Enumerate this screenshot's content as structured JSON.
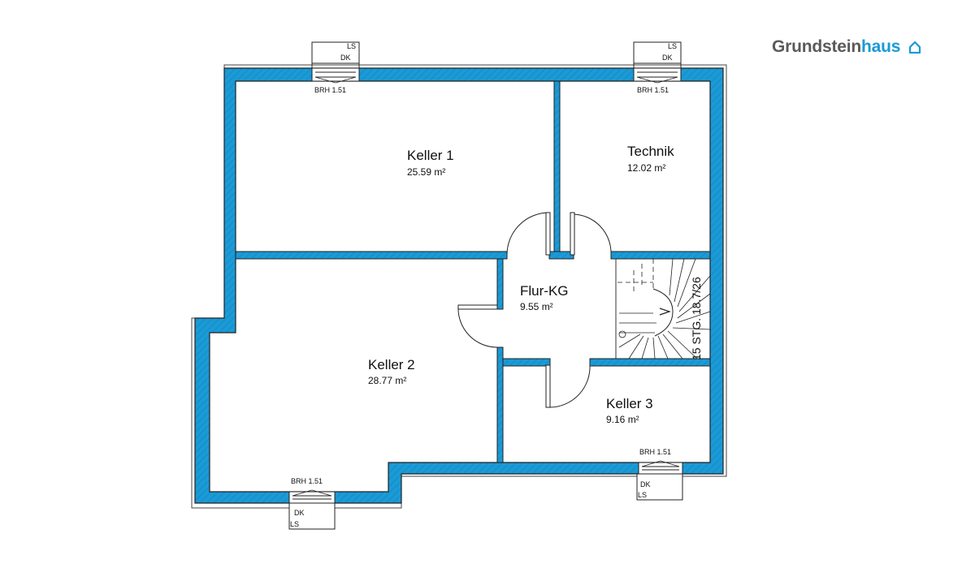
{
  "brand": {
    "name_main": "Grundstein",
    "name_accent": "haus",
    "icon": "house-icon"
  },
  "colors": {
    "wall": "#1a9ad6",
    "outline": "#222222",
    "accent": "#1a9ad6",
    "text": "#5a5a5a"
  },
  "rooms": {
    "keller1": {
      "name": "Keller 1",
      "area": "25.59 m²"
    },
    "technik": {
      "name": "Technik",
      "area": "12.02 m²"
    },
    "flur": {
      "name": "Flur-KG",
      "area": "9.55 m²"
    },
    "keller2": {
      "name": "Keller 2",
      "area": "28.77 m²"
    },
    "keller3": {
      "name": "Keller 3",
      "area": "9.16 m²"
    }
  },
  "windows": {
    "top_left": {
      "ls": "LS",
      "dk": "DK",
      "brh": "BRH 1.51"
    },
    "top_right": {
      "ls": "LS",
      "dk": "DK",
      "brh": "BRH 1.51"
    },
    "bottom_left": {
      "ls": "LS",
      "dk": "DK",
      "brh": "BRH 1.51"
    },
    "bottom_right": {
      "ls": "LS",
      "dk": "DK",
      "brh": "BRH 1.51"
    }
  },
  "stairs": {
    "label": "15 STG. 18.7/26"
  }
}
